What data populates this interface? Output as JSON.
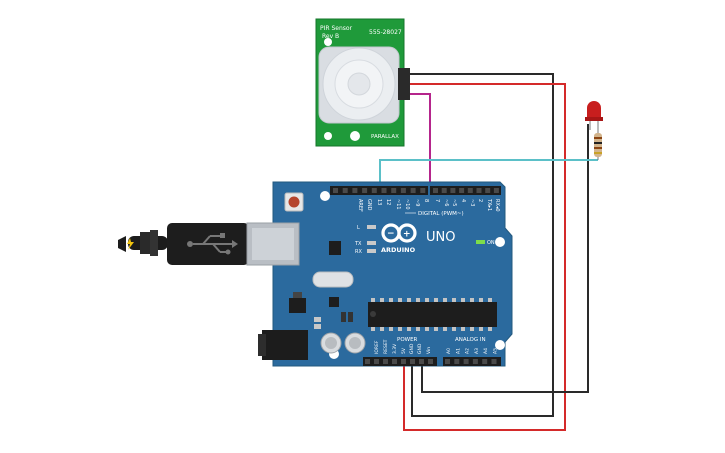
{
  "pir_sensor": {
    "title": "PIR Sensor",
    "rev": "Rev B",
    "part_number": "555-28027",
    "brand": "PARALLAX"
  },
  "arduino": {
    "brand": "ARDUINO",
    "model": "UNO",
    "digital_header_label": "DIGITAL (PWM~)",
    "power_label": "POWER",
    "analog_label": "ANALOG IN",
    "on_label": "ON",
    "led_l": "L",
    "led_tx": "TX",
    "led_rx": "RX",
    "digital_pins": [
      "AREF",
      "GND",
      "13",
      "12",
      "~11",
      "~10",
      "~9",
      "8",
      "7",
      "~6",
      "~5",
      "4",
      "~3",
      "2",
      "TX▸1",
      "RX◂0"
    ],
    "power_pins": [
      "IOREF",
      "RESET",
      "3.3V",
      "5V",
      "GND",
      "GND",
      "Vin"
    ],
    "analog_pins": [
      "A0",
      "A1",
      "A2",
      "A3",
      "A4",
      "A5"
    ]
  },
  "colors": {
    "board": "#2b6a9e",
    "pir_board": "#1f9a3a",
    "wire_signal_pir": "#b5258c",
    "wire_led": "#5bc0c8",
    "wire_5v": "#d42a2a",
    "wire_gnd": "#2a2a2a",
    "led": "#c81e1e"
  }
}
